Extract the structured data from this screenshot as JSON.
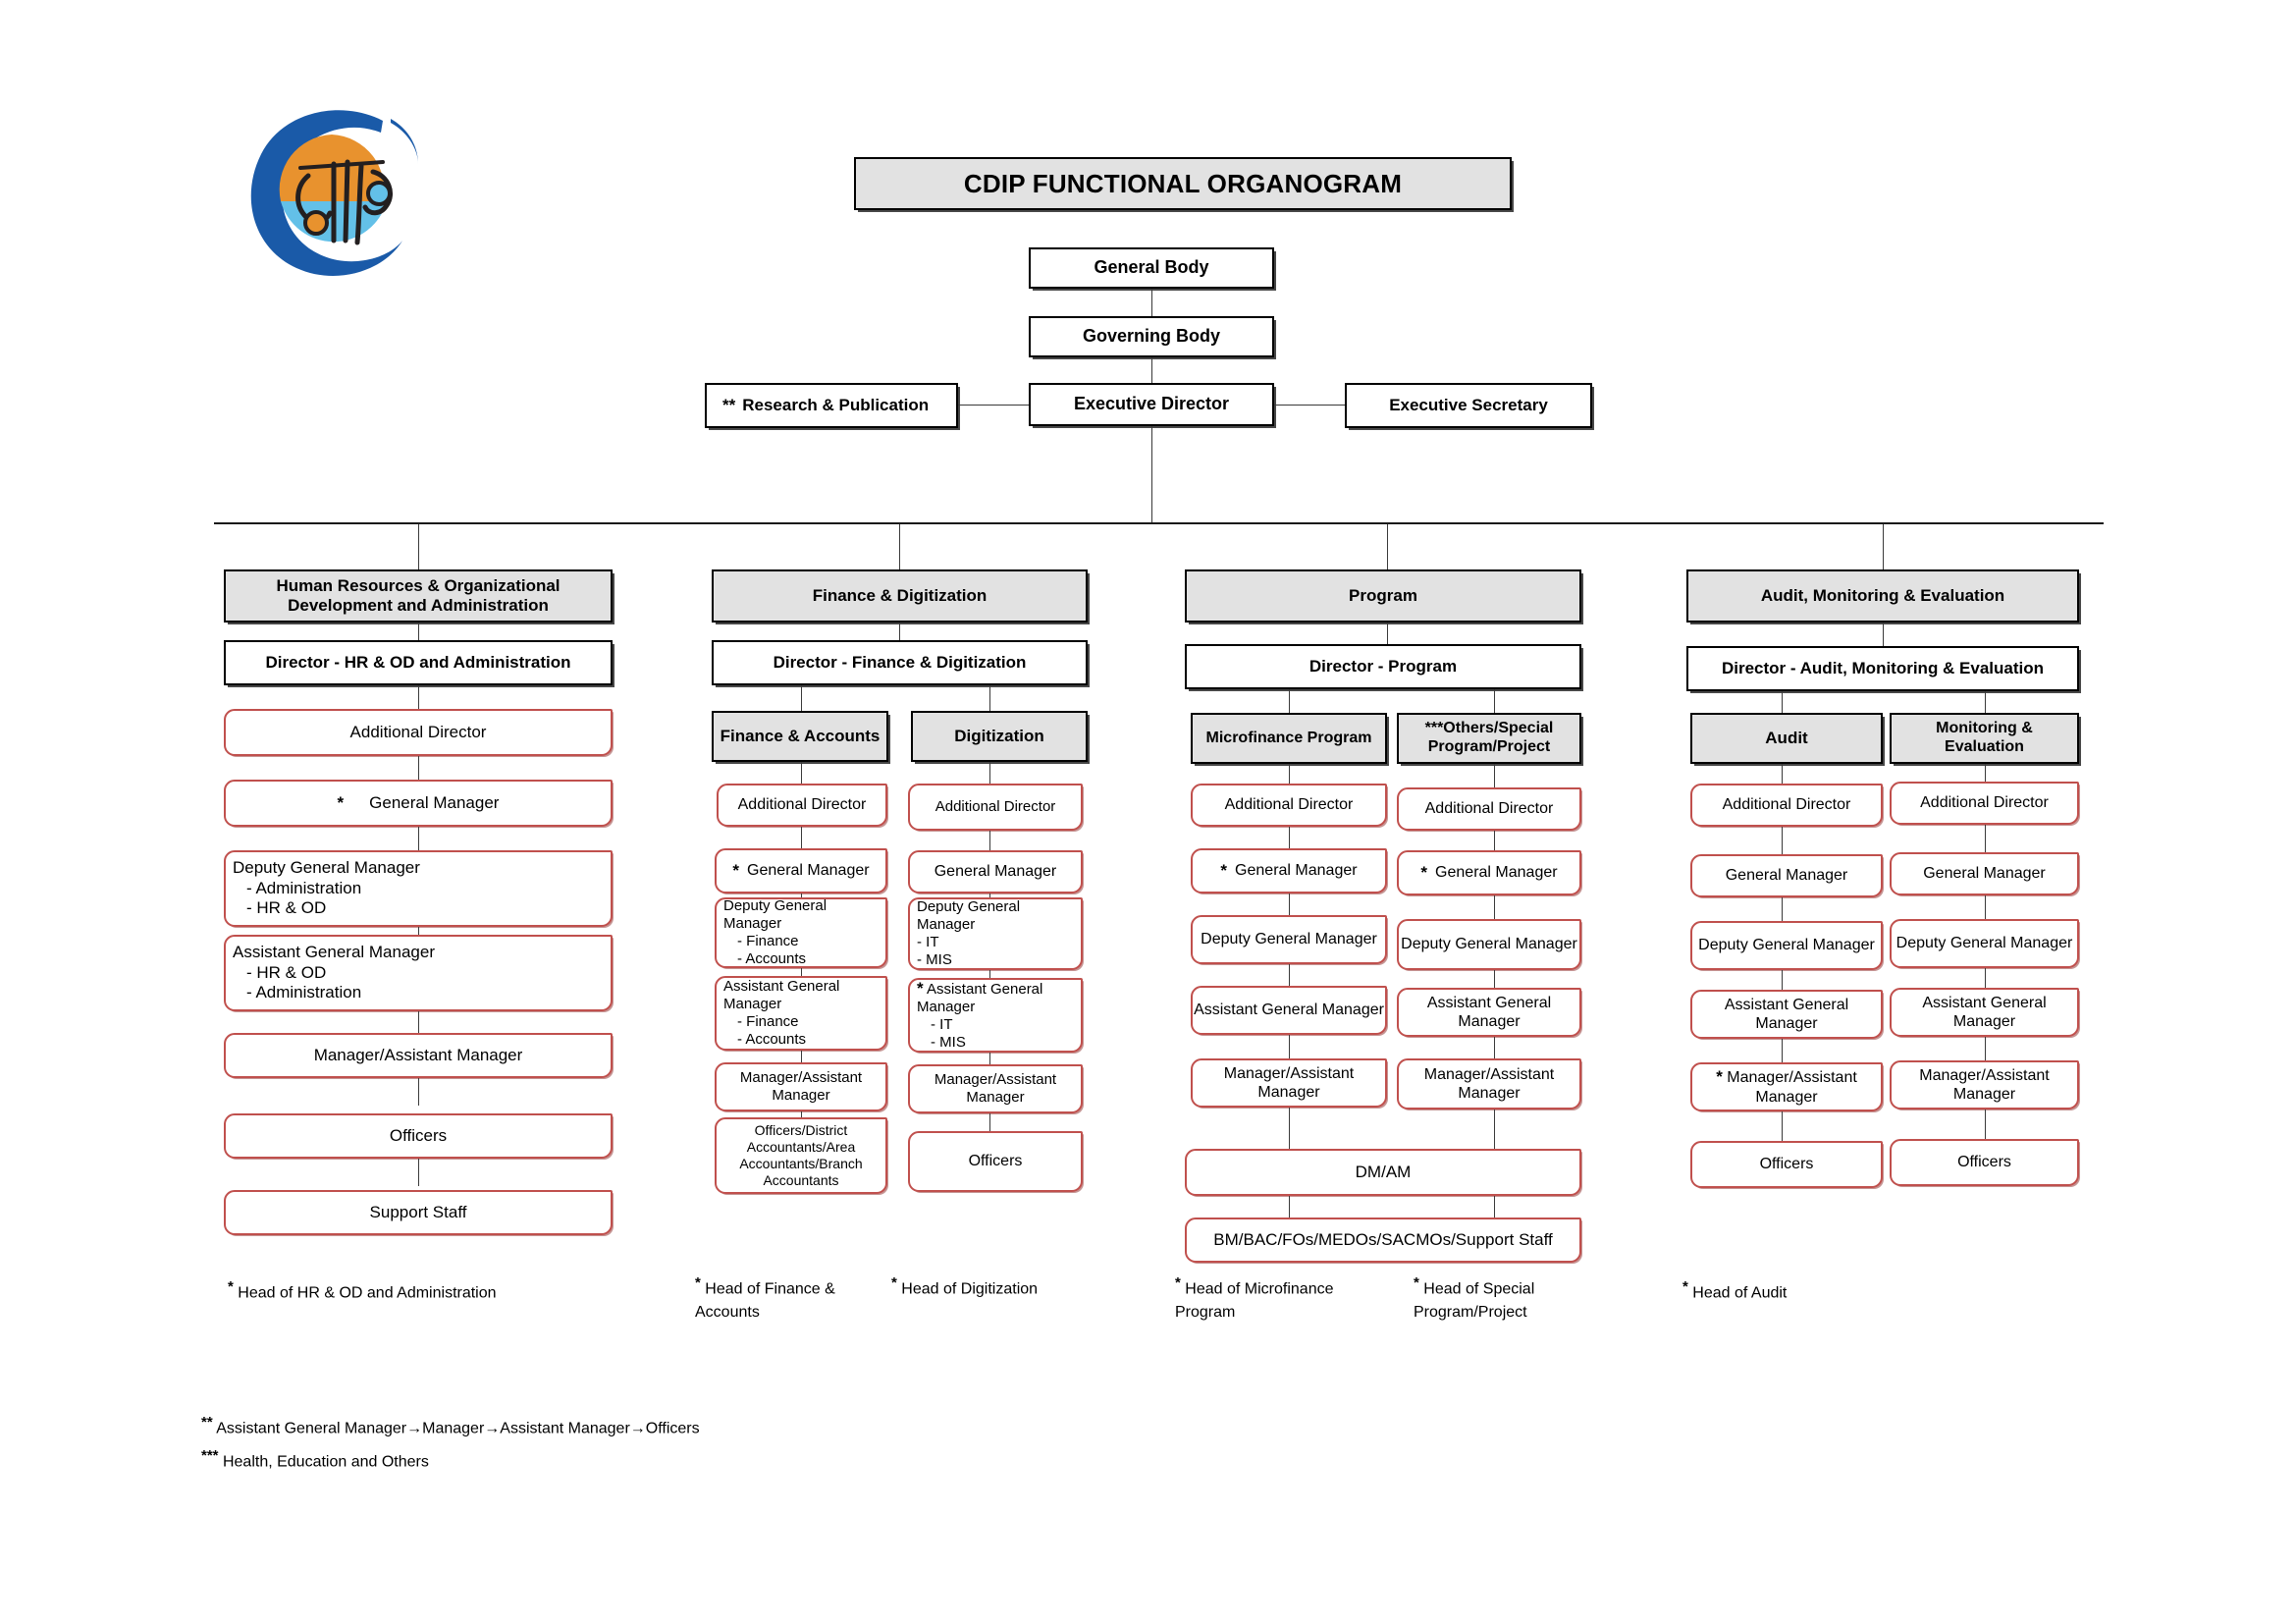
{
  "title": {
    "text": "CDIP FUNCTIONAL ORGANOGRAM"
  },
  "logo": {
    "name": "cdip-logo",
    "colors": {
      "ring": "#1a5aa8",
      "orange": "#e8922e",
      "light_blue": "#63c0e8"
    }
  },
  "colors": {
    "rounded_border": "#c0504d",
    "header_fill": "#e2e2e2",
    "square_border": "#000000"
  },
  "top": {
    "general_body": "General Body",
    "governing_body": "Governing Body",
    "executive_director": "Executive Director",
    "research_publication": "Research & Publication",
    "research_publication_marker": "**",
    "executive_secretary": "Executive Secretary"
  },
  "columns": [
    {
      "header": "Human Resources & Organizational Development and Administration",
      "director": "Director - HR & OD and Administration",
      "branches": [
        {
          "name": "",
          "nodes": [
            {
              "label": "Additional Director"
            },
            {
              "label": "General Manager",
              "star": true
            },
            {
              "label": "Deputy General Manager",
              "subs": [
                "-   Administration",
                "-   HR & OD"
              ]
            },
            {
              "label": "Assistant General Manager",
              "subs": [
                "-   HR & OD",
                "-   Administration"
              ]
            },
            {
              "label": "Manager/Assistant Manager"
            },
            {
              "label": "Officers"
            },
            {
              "label": "Support Staff"
            }
          ]
        }
      ],
      "footnotes": [
        {
          "marker": "*",
          "text": "Head of  HR & OD and Administration"
        }
      ]
    },
    {
      "header": "Finance & Digitization",
      "director": "Director - Finance & Digitization",
      "branches": [
        {
          "name": "Finance & Accounts",
          "nodes": [
            {
              "label": "Additional Director"
            },
            {
              "label": "General Manager",
              "star": true
            },
            {
              "label": "Deputy General Manager",
              "subs": [
                "- Finance",
                "- Accounts"
              ]
            },
            {
              "label": "Assistant General Manager",
              "subs": [
                "- Finance",
                "- Accounts"
              ]
            },
            {
              "label": "Manager/Assistant Manager"
            },
            {
              "label": "Officers/District Accountants/Area Accountants/Branch Accountants"
            }
          ]
        },
        {
          "name": "Digitization",
          "nodes": [
            {
              "label": "Additional Director"
            },
            {
              "label": "General Manager"
            },
            {
              "label": "Deputy General Manager",
              "subs": [
                "- IT",
                "- MIS"
              ]
            },
            {
              "label": "Assistant General Manager",
              "star": true,
              "subs": [
                "- IT",
                "- MIS"
              ]
            },
            {
              "label": "Manager/Assistant Manager"
            },
            {
              "label": "Officers"
            }
          ]
        }
      ],
      "footnotes": [
        {
          "marker": "*",
          "text": "Head of Finance & Accounts"
        },
        {
          "marker": "*",
          "text": "Head of Digitization"
        }
      ]
    },
    {
      "header": "Program",
      "director": "Director - Program",
      "branches": [
        {
          "name": "Microfinance Program",
          "nodes": [
            {
              "label": "Additional Director"
            },
            {
              "label": "General Manager",
              "star": true
            },
            {
              "label": "Deputy General Manager"
            },
            {
              "label": "Assistant General Manager"
            },
            {
              "label": "Manager/Assistant Manager"
            }
          ]
        },
        {
          "name": "***Others/Special Program/Project",
          "nodes": [
            {
              "label": "Additional Director"
            },
            {
              "label": "General Manager",
              "star": true
            },
            {
              "label": "Deputy General Manager"
            },
            {
              "label": "Assistant General Manager"
            },
            {
              "label": "Manager/Assistant Manager"
            }
          ]
        }
      ],
      "shared_nodes": [
        {
          "label": "DM/AM"
        },
        {
          "label": "BM/BAC/FOs/MEDOs/SACMOs/Support Staff"
        }
      ],
      "footnotes": [
        {
          "marker": "*",
          "text": "Head of Microfinance Program"
        },
        {
          "marker": "*",
          "text": "Head of Special Program/Project"
        }
      ]
    },
    {
      "header": "Audit, Monitoring & Evaluation",
      "director": "Director - Audit, Monitoring & Evaluation",
      "branches": [
        {
          "name": "Audit",
          "nodes": [
            {
              "label": "Additional Director"
            },
            {
              "label": "General Manager"
            },
            {
              "label": "Deputy General Manager"
            },
            {
              "label": "Assistant General Manager"
            },
            {
              "label": "Manager/Assistant Manager",
              "star": true
            },
            {
              "label": "Officers"
            }
          ]
        },
        {
          "name": "Monitoring & Evaluation",
          "nodes": [
            {
              "label": "Additional Director"
            },
            {
              "label": "General Manager"
            },
            {
              "label": "Deputy General Manager"
            },
            {
              "label": "Assistant General Manager"
            },
            {
              "label": "Manager/Assistant Manager"
            },
            {
              "label": "Officers"
            }
          ]
        }
      ],
      "footnotes": [
        {
          "marker": "*",
          "text": "Head of Audit"
        }
      ]
    }
  ],
  "legend": [
    {
      "marker": "**",
      "text": "Assistant General Manager→Manager→Assistant Manager→Officers"
    },
    {
      "marker": "***",
      "text": "Health, Education and Others"
    }
  ]
}
